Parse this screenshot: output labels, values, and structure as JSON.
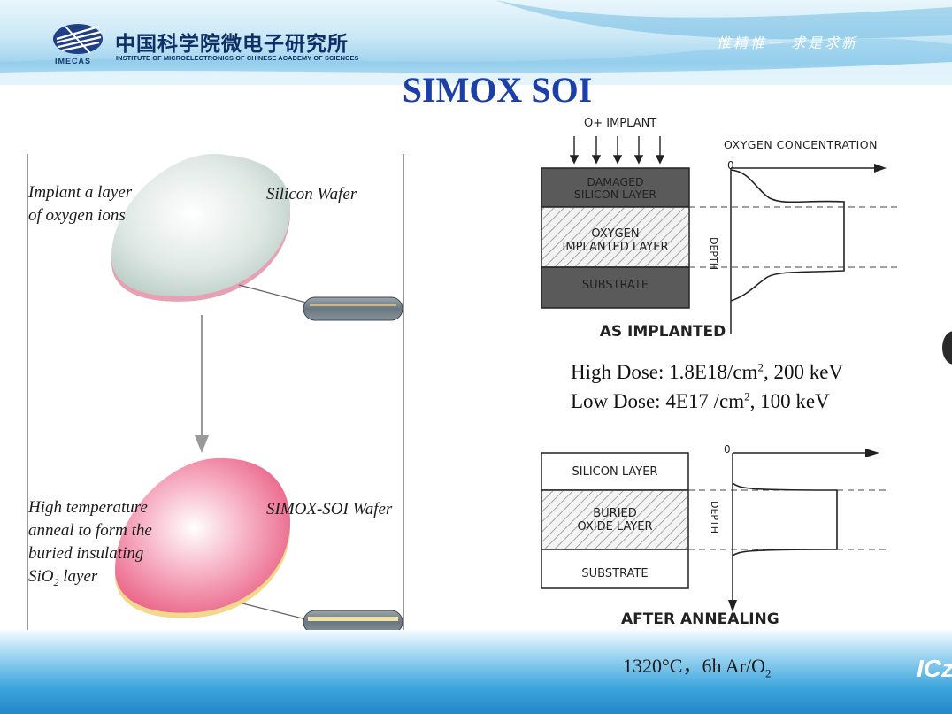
{
  "header": {
    "org_name_cn": "中国科学院微电子研究所",
    "org_name_en": "INSTITUTE OF MICROELECTRONICS OF CHINESE ACADEMY OF SCIENCES",
    "logo_text": "IMECAS",
    "motto": "惟精惟一 求是求新"
  },
  "title": "SIMOX SOI",
  "left_panel": {
    "implant_label_1": "Implant a layer",
    "implant_label_2": "of oxygen ions",
    "wafer_label": "Silicon Wafer",
    "anneal_label_1": "High temperature",
    "anneal_label_2": "anneal to form the",
    "anneal_label_3": "buried insulating",
    "anneal_label_4": "SiO",
    "anneal_label_4_sub": "2",
    "anneal_label_4_tail": " layer",
    "soi_wafer_label": "SIMOX-SOI Wafer"
  },
  "implanted_diagram": {
    "implant_label": "O+ IMPLANT",
    "layer_1a": "DAMAGED",
    "layer_1b": "SILICON LAYER",
    "layer_2a": "OXYGEN",
    "layer_2b": "IMPLANTED LAYER",
    "layer_3": "SUBSTRATE",
    "axis_title": "OXYGEN CONCENTRATION",
    "zero": "0",
    "depth": "DEPTH",
    "caption": "AS IMPLANTED"
  },
  "dose": {
    "high_prefix": "High Dose: 1.8E18/cm",
    "high_exp": "2",
    "high_suffix": ", 200 keV",
    "low_prefix": "Low  Dose: 4E17 /cm",
    "low_exp": "2",
    "low_suffix": ",   100 keV"
  },
  "annealed_diagram": {
    "layer_1": "SILICON LAYER",
    "layer_2a": "BURIED",
    "layer_2b": "OXIDE LAYER",
    "layer_3": "SUBSTRATE",
    "zero": "0",
    "depth": "DEPTH",
    "caption": "AFTER ANNEALING"
  },
  "anneal_condition": {
    "text": "1320°C，6h Ar/O",
    "sub": "2"
  },
  "footer": {
    "brand": "ICz"
  },
  "colors": {
    "title": "#1c3fa8",
    "org_text": "#0d2e66",
    "footer_blue": "#2588c8"
  }
}
